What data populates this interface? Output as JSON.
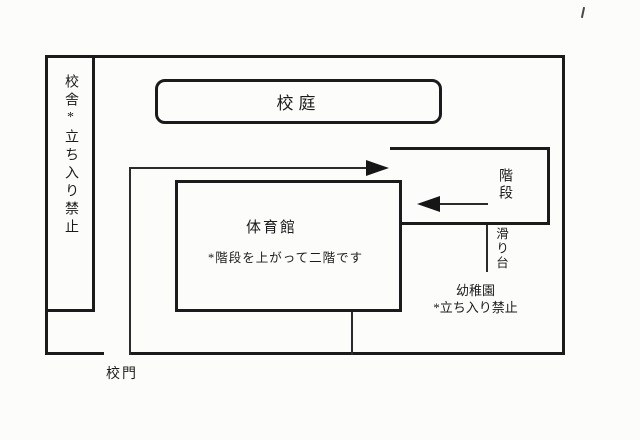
{
  "map": {
    "school_building": {
      "label": "校舎*立ち入り禁止"
    },
    "schoolyard": {
      "label": "校庭"
    },
    "gym": {
      "label": "体育館",
      "note": "*階段を上がって二階です"
    },
    "stairs": {
      "label": "階段"
    },
    "slide": {
      "label": "滑り台"
    },
    "kindergarten": {
      "name": "幼稚園",
      "note": "*立ち入り禁止"
    },
    "gate": {
      "label": "校門"
    }
  },
  "colors": {
    "ink": "#1b1b1b",
    "paper": "#fcfcfa"
  }
}
